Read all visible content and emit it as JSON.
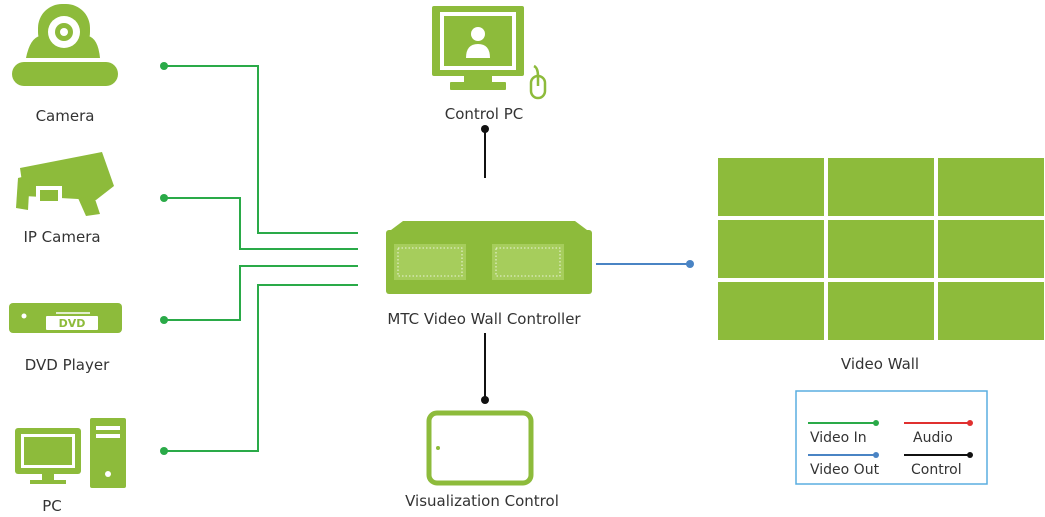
{
  "colors": {
    "device": "#8dbb3b",
    "video_in": "#2aaa48",
    "video_out": "#4a84c4",
    "audio": "#e0302f",
    "control": "#111111",
    "legend_border": "#5aaee0"
  },
  "icons": [
    "camera-icon",
    "ip-camera-icon",
    "dvd-player-icon",
    "pc-icon",
    "control-pc-icon",
    "mouse-icon",
    "controller-icon",
    "tablet-icon",
    "video-wall-icon"
  ],
  "labels": {
    "camera": "Camera",
    "ip_camera": "IP Camera",
    "dvd_player": "DVD Player",
    "dvd_text": "DVD",
    "pc": "PC",
    "control_pc": "Control PC",
    "controller": "MTC Video Wall Controller",
    "visualization": "Visualization Control",
    "video_wall": "Video Wall"
  },
  "legend": {
    "video_in": "Video In",
    "audio": "Audio",
    "video_out": "Video Out",
    "control": "Control"
  }
}
